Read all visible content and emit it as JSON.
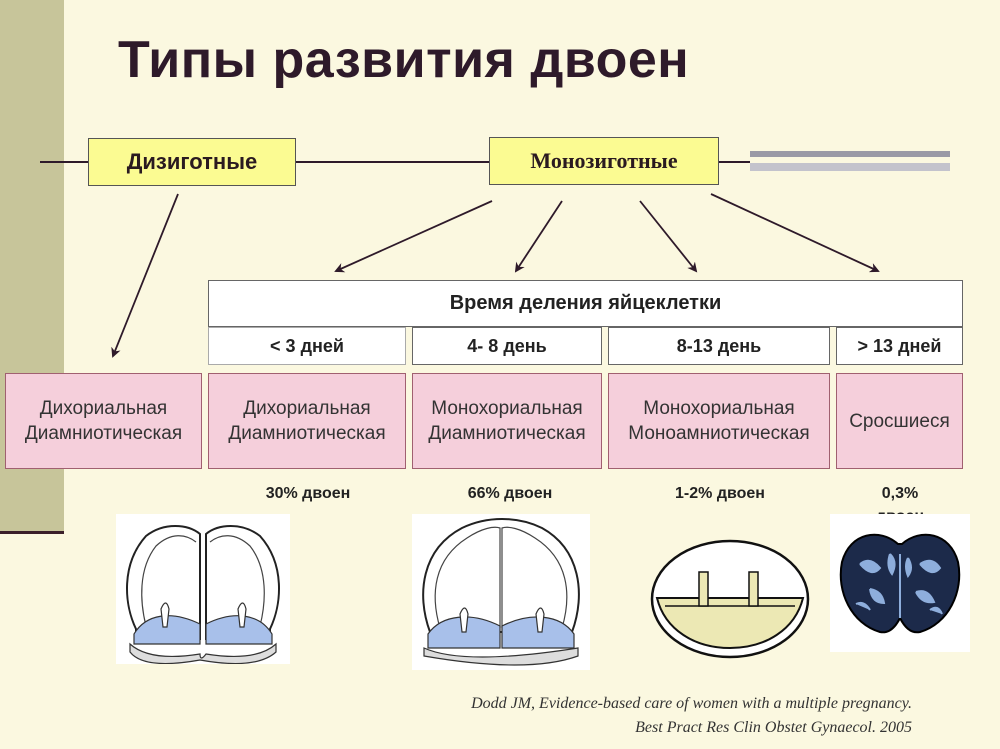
{
  "title": "Типы развития двоен",
  "dizygotic": "Дизиготные",
  "monozygotic": "Монозиготные",
  "division_time": "Время деления яйцеклетки",
  "days": [
    "< 3 дней",
    "4- 8 день",
    "8-13 день",
    "> 13 дней"
  ],
  "types": {
    "dizyg": [
      "Дихориальная",
      "Диамниотическая"
    ],
    "t1": [
      "Дихориальная",
      "Диамниотическая"
    ],
    "t2": [
      "Монохориальная",
      "Диамниотическая"
    ],
    "t3": [
      "Монохориальная",
      "Моноамниотическая"
    ],
    "t4": [
      "Сросшиеся"
    ]
  },
  "percentages": [
    "30% двоен",
    "66% двоен",
    "1-2% двоен",
    "0,3%",
    "двоен"
  ],
  "citation": [
    "Dodd JM, Evidence-based care of women with a multiple pregnancy.",
    "Best Pract Res Clin Obstet Gynaecol. 2005"
  ],
  "colors": {
    "background": "#fbf8e0",
    "yellow_box": "#fbfb92",
    "pink_box": "#f5cfdb",
    "amnion_blue": "#a8c0ea",
    "title": "#2e1a2a"
  }
}
